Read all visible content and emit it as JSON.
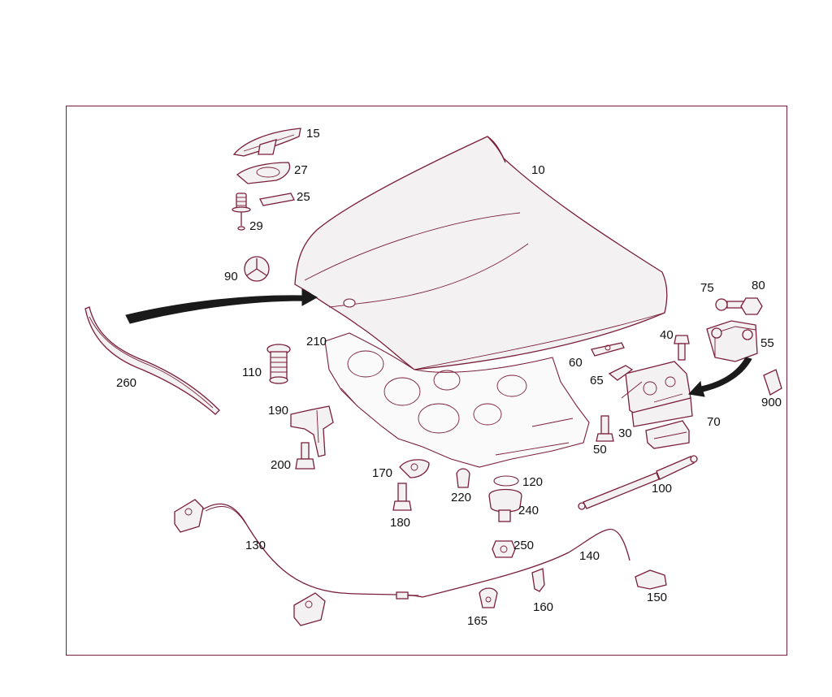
{
  "diagram": {
    "labels": {
      "l10": "10",
      "l15": "15",
      "l25": "25",
      "l27": "27",
      "l29": "29",
      "l30": "30",
      "l40": "40",
      "l50": "50",
      "l55": "55",
      "l60": "60",
      "l65": "65",
      "l70": "70",
      "l75": "75",
      "l80": "80",
      "l90": "90",
      "l100": "100",
      "l110": "110",
      "l120": "120",
      "l130": "130",
      "l140": "140",
      "l150": "150",
      "l160": "160",
      "l165": "165",
      "l170": "170",
      "l180": "180",
      "l190": "190",
      "l200": "200",
      "l210": "210",
      "l220": "220",
      "l240": "240",
      "l250": "250",
      "l260": "260",
      "l900": "900"
    },
    "colors": {
      "line": "#7a1f3a",
      "fill": "#f3f1f2",
      "arrow": "#1a1a1a"
    }
  }
}
